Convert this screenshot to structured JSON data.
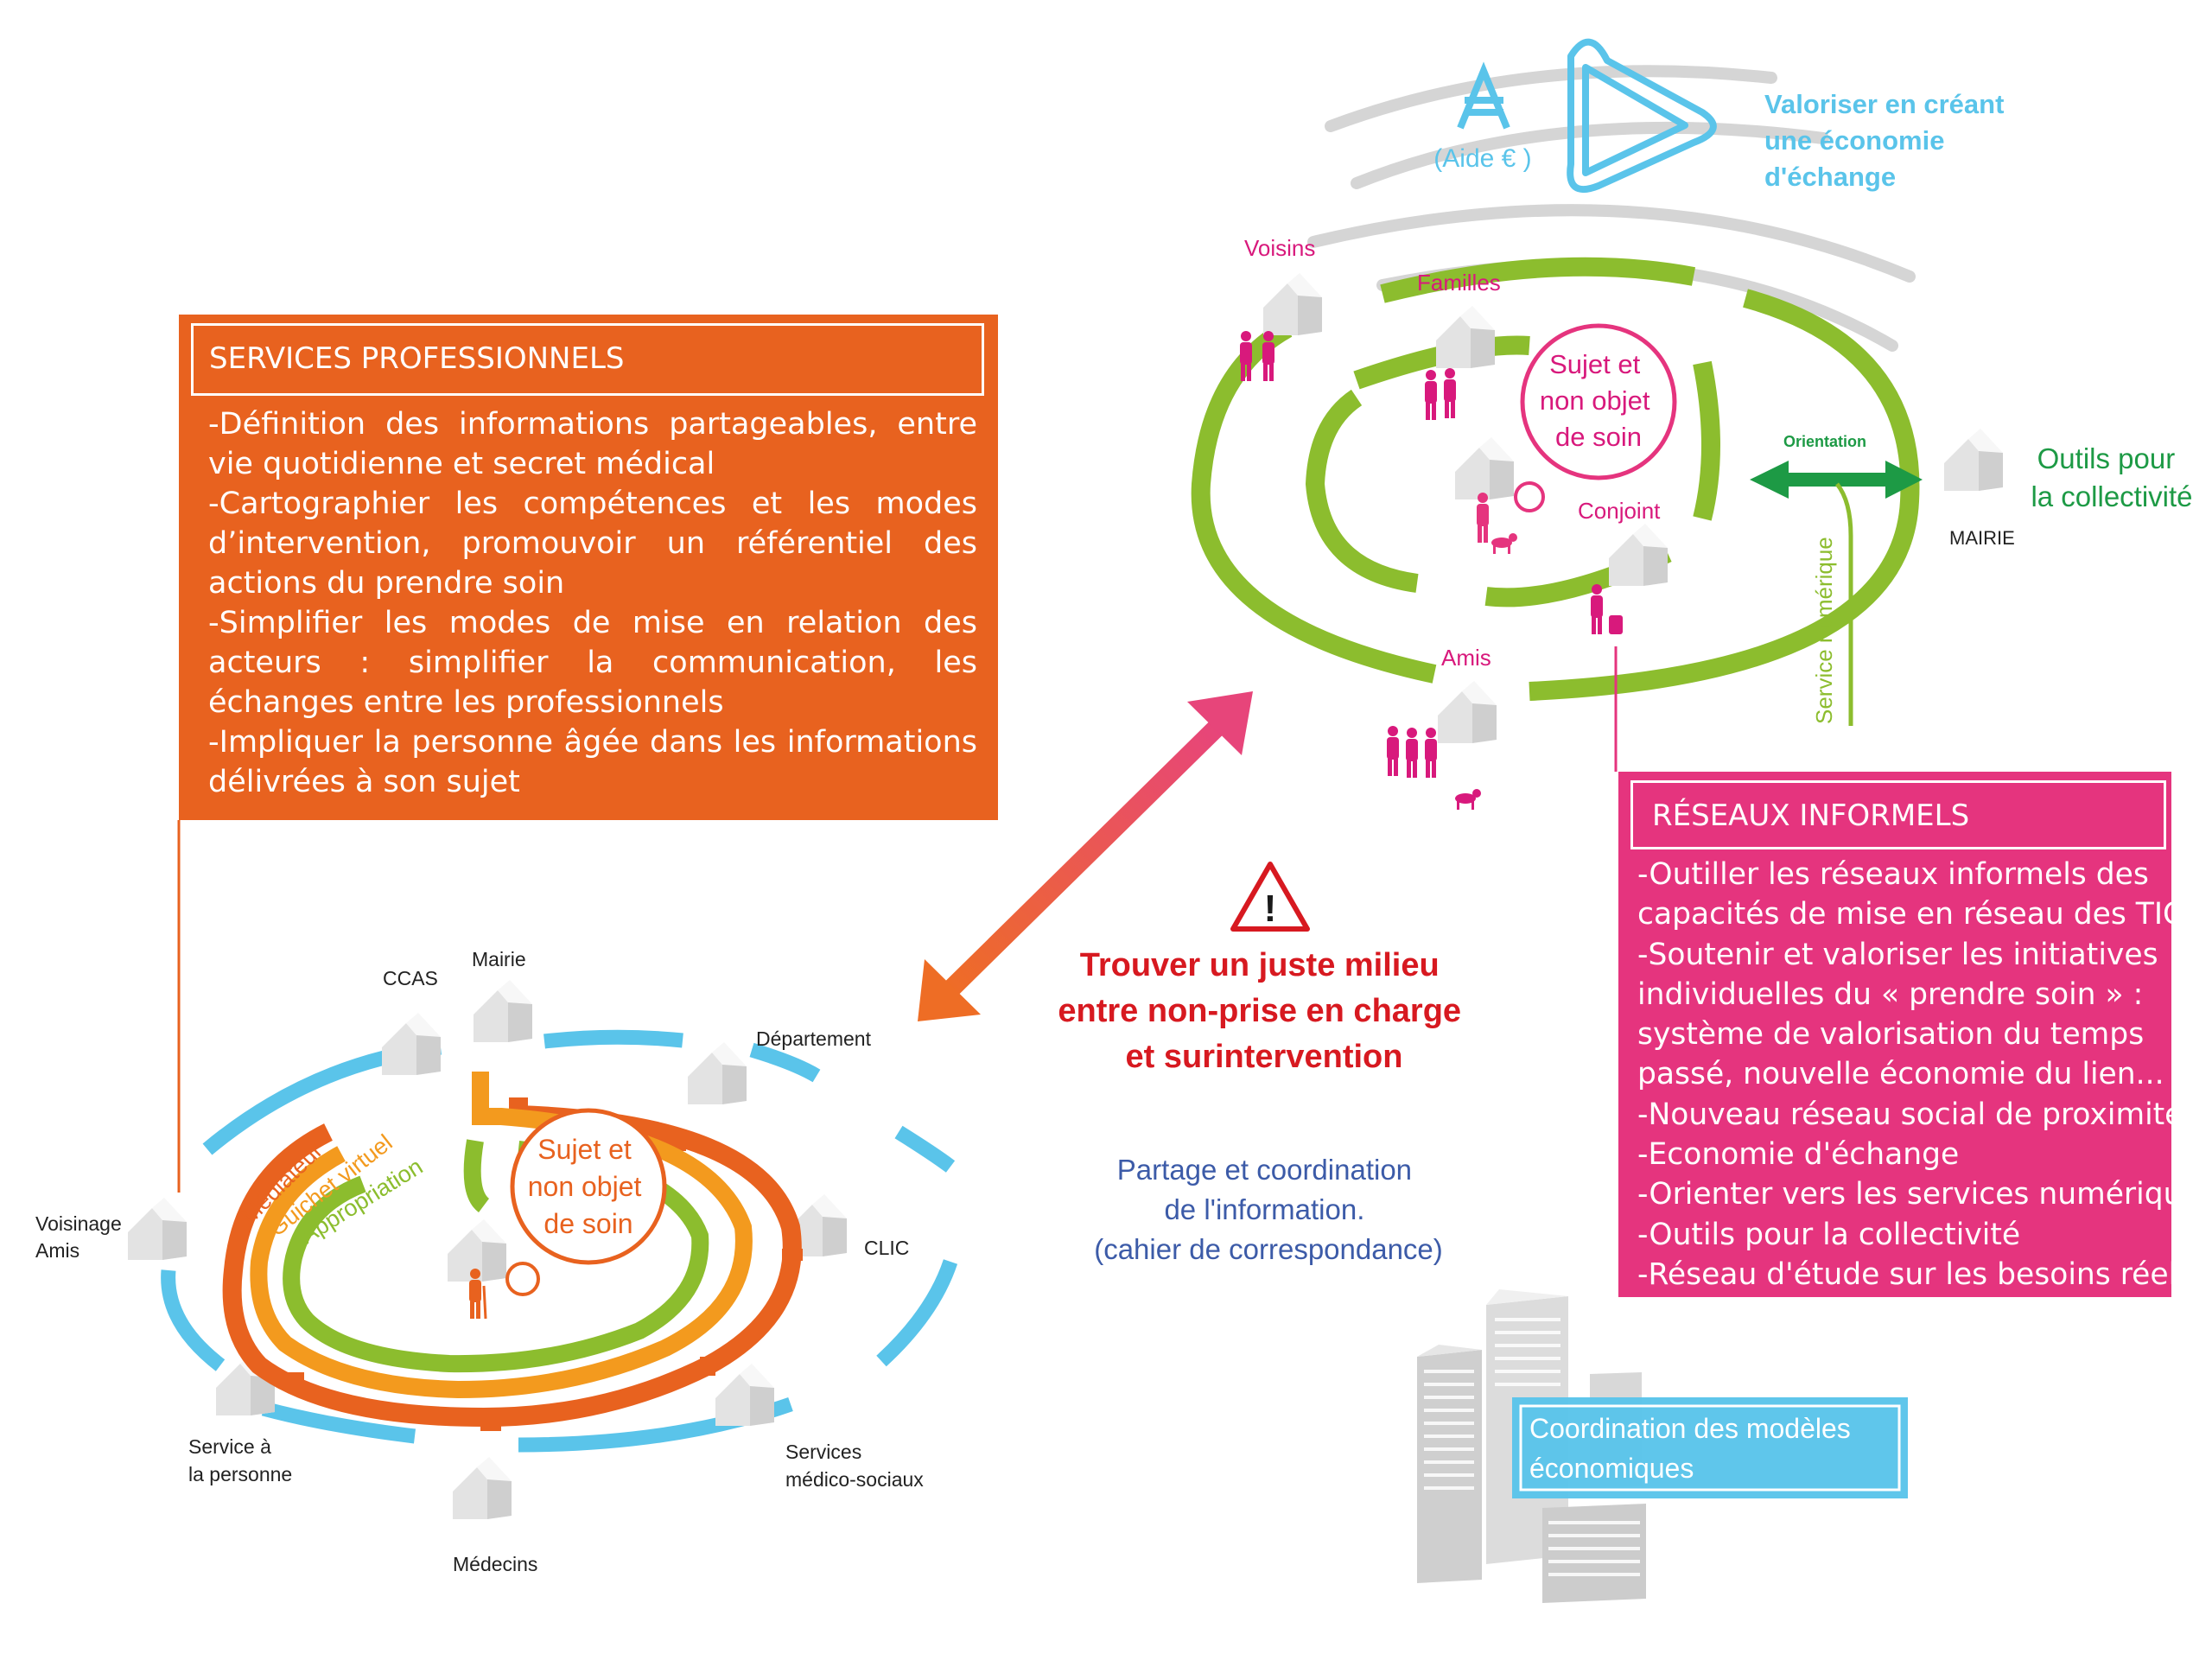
{
  "colors": {
    "orange": "#e8621f",
    "orange_light": "#f39a1e",
    "green": "#8cbd2e",
    "blue": "#5ac4ea",
    "magenta": "#e5347e",
    "pink_text": "#d8197c",
    "red": "#d71920",
    "navy": "#3c5ba8",
    "green_dark": "#1d9a45",
    "grey": "#d5d5d5"
  },
  "pro_box": {
    "title": "SERVICES PROFESSIONNELS",
    "items": [
      "-Définition des informations partageables, entre vie quotidienne et secret médical",
      "-Cartographier les compétences et les modes d’intervention, promouvoir un référentiel des actions du prendre soin",
      "-Simplifier les modes de mise en relation des acteurs : simplifier la communication, les échanges entre les professionnels",
      "-Impliquer la personne âgée dans les informations délivrées à son sujet"
    ]
  },
  "informal_box": {
    "title": "RÉSEAUX INFORMELS",
    "items": [
      "-Outiller les réseaux informels des",
      "capacités de mise en réseau des TIC",
      "-Soutenir et valoriser les initiatives",
      "individuelles du « prendre soin » :",
      "système de valorisation du temps",
      "passé, nouvelle économie du lien...",
      "-Nouveau réseau social de proximité",
      "-Economie d'échange",
      "-Orienter vers les services numériques",
      "-Outils pour la collectivité",
      "-Réseau d'étude sur les besoins réels"
    ]
  },
  "left_diagram": {
    "center_label": [
      "Sujet et",
      "non objet",
      "de soin"
    ],
    "ring_labels": {
      "mediateur": "Médiateur",
      "guichet": "Guichet virtuel",
      "appropriation": "Appropriation"
    },
    "nodes": {
      "ccas": "CCAS",
      "mairie": "Mairie",
      "departement": "Département",
      "clic": "CLIC",
      "voisinage": [
        "Voisinage",
        "Amis"
      ],
      "service_personne": [
        "Service à",
        "la personne"
      ],
      "medecins": "Médecins",
      "medico_sociaux": [
        "Services",
        "médico-sociaux"
      ]
    }
  },
  "right_diagram": {
    "center_label": [
      "Sujet et",
      "non objet",
      "de soin"
    ],
    "labels": {
      "voisins": "Voisins",
      "familles": "Familles",
      "conjoint": "Conjoint",
      "amis": "Amis"
    },
    "orientation": "Orientation",
    "outils": [
      "Outils pour",
      "la collectivité"
    ],
    "mairie": "MAIRIE",
    "service_numerique": "Service numérique",
    "aide_symbol": "A",
    "aide_label": "(Aide € )",
    "valoriser": [
      "Valoriser en créant",
      "une économie",
      "d'échange"
    ]
  },
  "center": {
    "warning_symbol": "!",
    "headline": [
      "Trouver un juste milieu",
      "entre non-prise en charge",
      "et surintervention"
    ],
    "partage": [
      "Partage et coordination",
      "de l'information.",
      "(cahier de correspondance)"
    ]
  },
  "coordination": [
    "Coordination des modèles",
    "économiques"
  ]
}
